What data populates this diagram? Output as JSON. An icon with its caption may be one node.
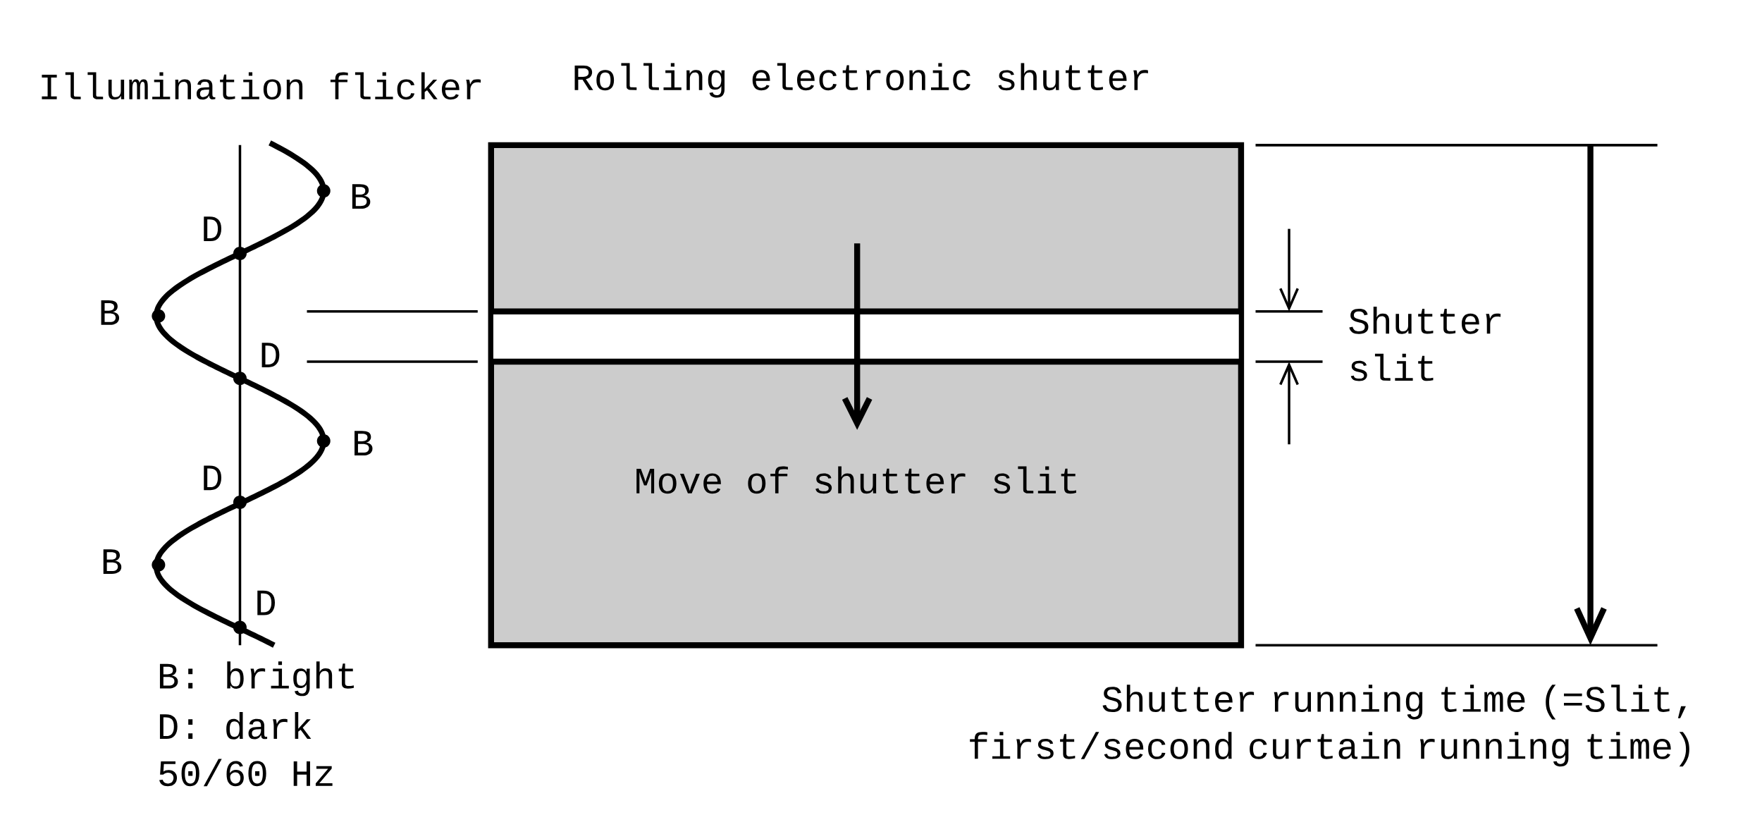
{
  "diagram": {
    "nodes": [
      {
        "text": [
          "Rolling electronic shutter",
          "Move of shutter slit"
        ]
      }
    ],
    "labels": [
      "Illumination flicker",
      "B",
      "D",
      "B",
      "D",
      "B",
      "D",
      "B",
      "D",
      "Shutter slit",
      "B: bright",
      "D: dark",
      "50/60 Hz",
      "Shutter running time (=Slit, first/second curtain running time)"
    ]
  }
}
